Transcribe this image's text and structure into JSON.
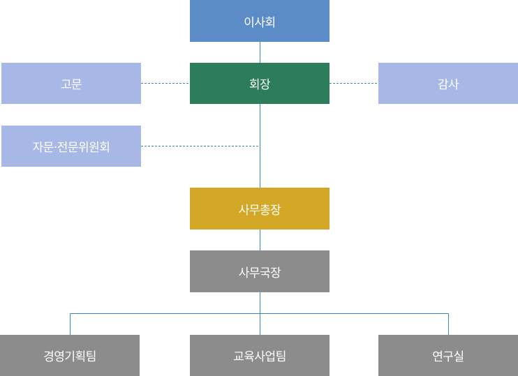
{
  "colors": {
    "board": "#5b8cc8",
    "chairman": "#2d7d5a",
    "advisory": "#a8b8e6",
    "secretary_general": "#d4a827",
    "office": "#8c8c8c",
    "connector": "#3a86b4"
  },
  "org": {
    "board": "이사회",
    "chairman": "회장",
    "advisor": "고문",
    "auditor": "감사",
    "advisory_committee": "자문·전문위원회",
    "secretary_general": "사무총장",
    "director_general": "사무국장",
    "teams": [
      "경영기획팀",
      "교육사업팀",
      "연구실"
    ]
  }
}
